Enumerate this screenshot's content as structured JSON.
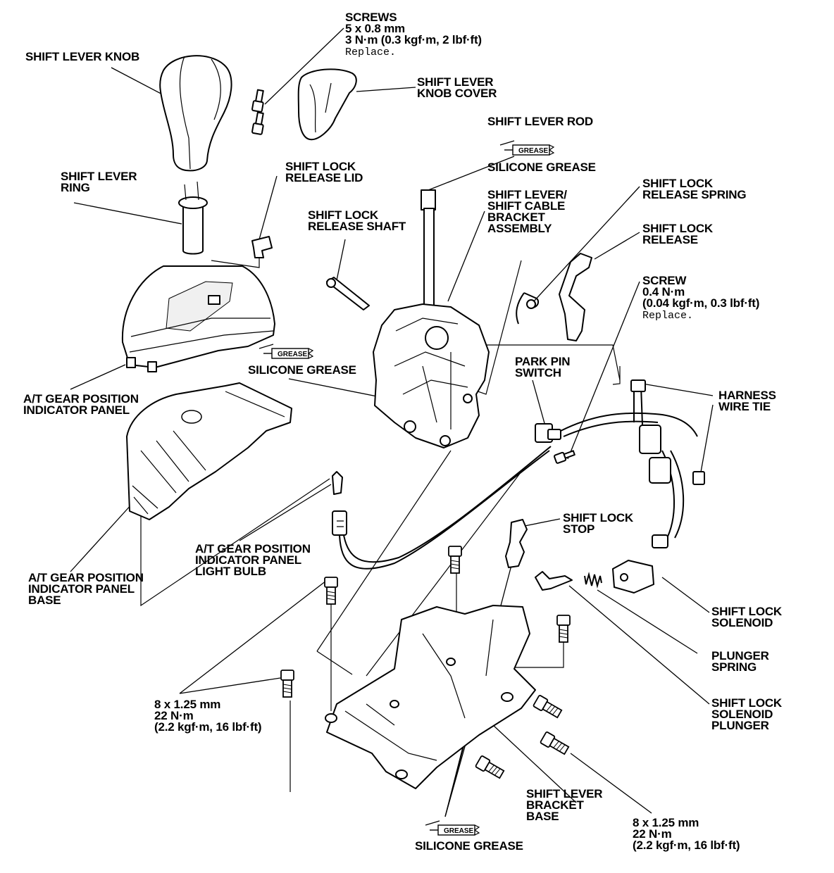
{
  "labels": {
    "screws": [
      "SCREWS",
      "5 x 0.8 mm",
      "3 N·m (0.3 kgf·m, 2 lbf·ft)"
    ],
    "screws_note": "Replace.",
    "shift_lever_knob": "SHIFT LEVER KNOB",
    "knob_cover": [
      "SHIFT LEVER",
      "KNOB COVER"
    ],
    "shift_lever_rod": "SHIFT LEVER ROD",
    "silicone_grease": "SILICONE GREASE",
    "shift_lever_ring": [
      "SHIFT LEVER",
      "RING"
    ],
    "release_lid": [
      "SHIFT LOCK",
      "RELEASE LID"
    ],
    "bracket_assembly": [
      "SHIFT LEVER/",
      "SHIFT CABLE",
      "BRACKET",
      "ASSEMBLY"
    ],
    "release_spring": [
      "SHIFT LOCK",
      "RELEASE SPRING"
    ],
    "release_shaft": [
      "SHIFT LOCK",
      "RELEASE SHAFT"
    ],
    "release": [
      "SHIFT LOCK",
      "RELEASE"
    ],
    "screw_small": [
      "SCREW",
      "0.4 N·m",
      "(0.04 kgf·m, 0.3 lbf·ft)"
    ],
    "screw_small_note": "Replace.",
    "park_pin_switch": [
      "PARK PIN",
      "SWITCH"
    ],
    "harness_wire_tie": [
      "HARNESS",
      "WIRE TIE"
    ],
    "indicator_panel": [
      "A/T GEAR POSITION",
      "INDICATOR PANEL"
    ],
    "shift_lock_stop": [
      "SHIFT LOCK",
      "STOP"
    ],
    "light_bulb": [
      "A/T GEAR POSITION",
      "INDICATOR PANEL",
      "LIGHT BULB"
    ],
    "panel_base": [
      "A/T GEAR POSITION",
      "INDICATOR PANEL",
      "BASE"
    ],
    "solenoid": [
      "SHIFT LOCK",
      "SOLENOID"
    ],
    "plunger_spring": [
      "PLUNGER",
      "SPRING"
    ],
    "bolt_left": [
      "8 x 1.25 mm",
      "22 N·m",
      "(2.2 kgf·m, 16 lbf·ft)"
    ],
    "solenoid_plunger": [
      "SHIFT LOCK",
      "SOLENOID",
      "PLUNGER"
    ],
    "bracket_base": [
      "SHIFT LEVER",
      "BRACKET",
      "BASE"
    ],
    "bolt_right": [
      "8 x 1.25 mm",
      "22 N·m",
      "(2.2 kgf·m, 16 lbf·ft)"
    ]
  },
  "grease_tag": "GREASE"
}
